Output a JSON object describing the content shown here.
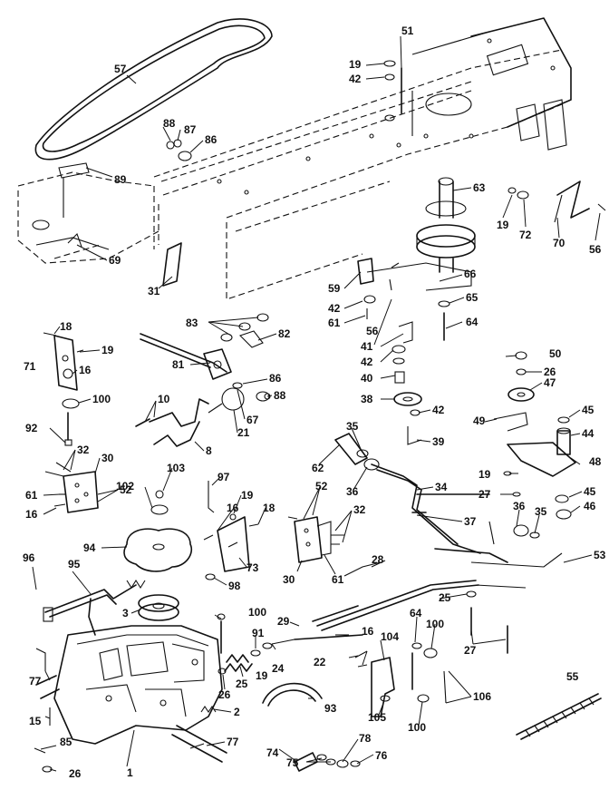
{
  "callouts": {
    "c1": "1",
    "c2": "2",
    "c3": "3",
    "c8": "8",
    "c10": "10",
    "c15": "15",
    "c16a": "16",
    "c16b": "16",
    "c16c": "16",
    "c16d": "16",
    "c18a": "18",
    "c18b": "18",
    "c19a": "19",
    "c19b": "19",
    "c19c": "19",
    "c19d": "19",
    "c19e": "19",
    "c19f": "19",
    "c21": "21",
    "c22": "22",
    "c24": "24",
    "c25a": "25",
    "c25b": "25",
    "c26a": "26",
    "c26b": "26",
    "c26c": "26",
    "c27a": "27",
    "c27b": "27",
    "c28": "28",
    "c29": "29",
    "c30a": "30",
    "c30b": "30",
    "c31": "31",
    "c32a": "32",
    "c32b": "32",
    "c34": "34",
    "c35a": "35",
    "c35b": "35",
    "c36a": "36",
    "c36b": "36",
    "c37": "37",
    "c38": "38",
    "c39": "39",
    "c40": "40",
    "c41": "41",
    "c42a": "42",
    "c42b": "42",
    "c42c": "42",
    "c42d": "42",
    "c44": "44",
    "c45a": "45",
    "c45b": "45",
    "c46": "46",
    "c47": "47",
    "c48": "48",
    "c49": "49",
    "c50": "50",
    "c51": "51",
    "c52a": "52",
    "c52b": "52",
    "c53": "53",
    "c55": "55",
    "c56a": "56",
    "c56b": "56",
    "c57": "57",
    "c59": "59",
    "c61a": "61",
    "c61b": "61",
    "c61c": "61",
    "c62": "62",
    "c63": "63",
    "c64a": "64",
    "c64b": "64",
    "c65": "65",
    "c66": "66",
    "c67": "67",
    "c69": "69",
    "c70": "70",
    "c71": "71",
    "c72": "72",
    "c73": "73",
    "c74": "74",
    "c75": "75",
    "c76": "76",
    "c77a": "77",
    "c77b": "77",
    "c78": "78",
    "c81": "81",
    "c82": "82",
    "c83": "83",
    "c85": "85",
    "c86a": "86",
    "c86b": "86",
    "c87": "87",
    "c88a": "88",
    "c88b": "88",
    "c89": "89",
    "c91": "91",
    "c92": "92",
    "c93": "93",
    "c94": "94",
    "c95": "95",
    "c96": "96",
    "c97": "97",
    "c98": "98",
    "c100a": "100",
    "c100b": "100",
    "c100c": "100",
    "c100d": "100",
    "c102": "102",
    "c103": "103",
    "c104": "104",
    "c105": "105",
    "c106": "106"
  }
}
